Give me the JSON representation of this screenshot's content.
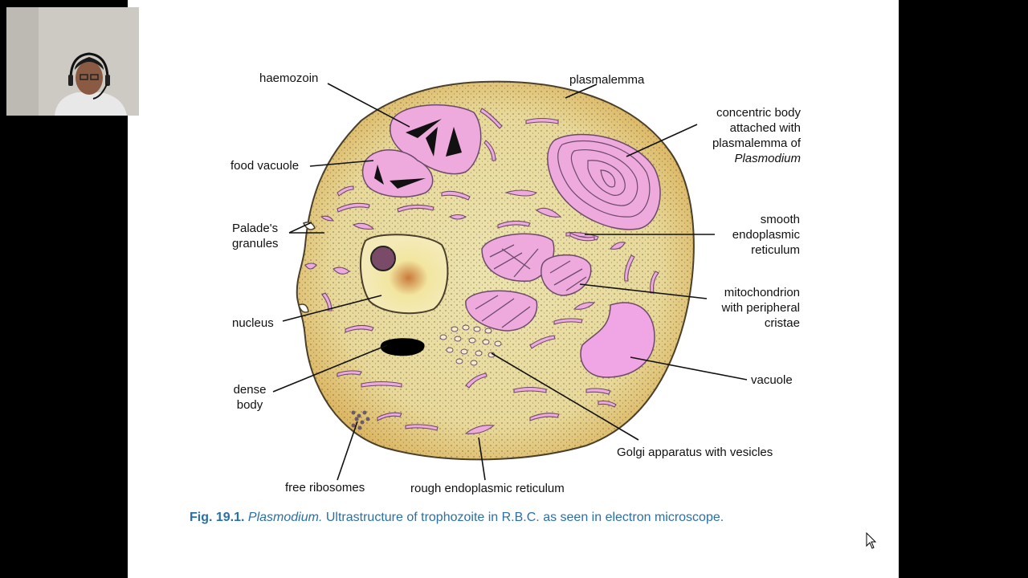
{
  "colors": {
    "cytoplasm": "#e9dc9c",
    "cytoplasm_edge": "#d8b25a",
    "organelle_pink": "#eea9dd",
    "organelle_outline": "#6b4a6a",
    "caption_blue": "#2a6fa6"
  },
  "labels": {
    "haemozoin": "haemozoin",
    "plasmalemma": "plasmalemma",
    "concentric_1": "concentric body",
    "concentric_2": "attached with",
    "concentric_3": "plasmalemma of",
    "concentric_4": "Plasmodium",
    "food_vacuole": "food vacuole",
    "palade_1": "Palade's",
    "palade_2": "granules",
    "ser_1": "smooth",
    "ser_2": "endoplasmic",
    "ser_3": "reticulum",
    "mito_1": "mitochondrion",
    "mito_2": "with peripheral",
    "mito_3": "cristae",
    "nucleus": "nucleus",
    "vacuole": "vacuole",
    "dense_1": "dense",
    "dense_2": "body",
    "golgi": "Golgi apparatus with vesicles",
    "free_ribosomes": "free ribosomes",
    "rer": "rough endoplasmic reticulum"
  },
  "caption": {
    "fig": "Fig. 19.1.",
    "genus": "Plasmodium.",
    "text": "Ultrastructure of trophozoite in R.B.C. as seen in electron microscope."
  },
  "icons": {
    "cursor": "mouse-pointer-icon",
    "presenter": "presenter-webcam-icon"
  }
}
